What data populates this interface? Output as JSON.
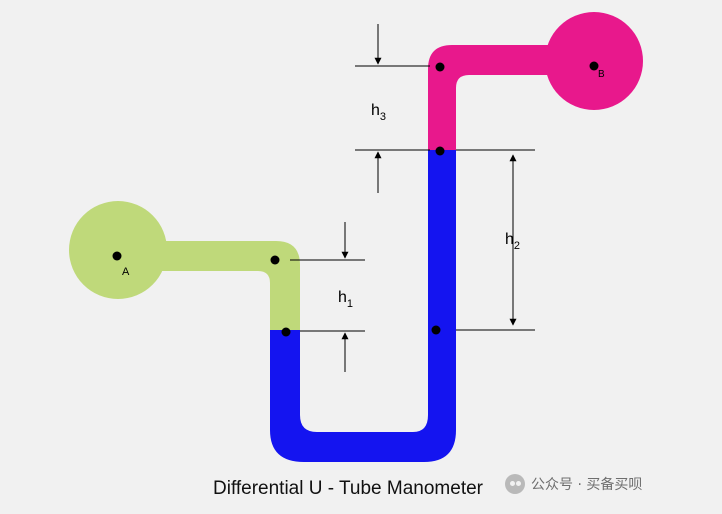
{
  "title": "Differential U - Tube Manometer",
  "points": {
    "A": "A",
    "B": "B"
  },
  "heights": {
    "h1": {
      "base": "h",
      "sub": "1"
    },
    "h2": {
      "base": "h",
      "sub": "2"
    },
    "h3": {
      "base": "h",
      "sub": "3"
    }
  },
  "colors": {
    "fluid_a": "#bfd97a",
    "fluid_b": "#e8188c",
    "manometer_fluid": "#1414f0",
    "background": "#f1f1f1"
  },
  "watermark": {
    "text": "公众号 · 买备买呗",
    "icon": "wechat-icon"
  }
}
